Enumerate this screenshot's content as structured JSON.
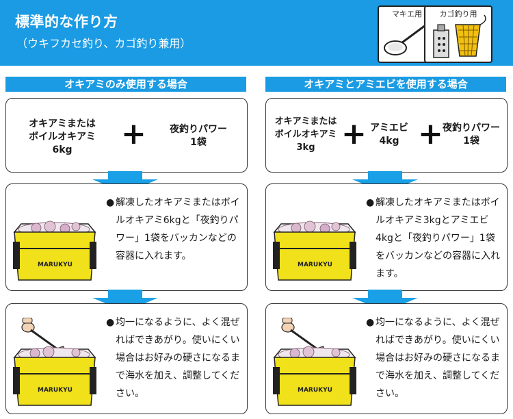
{
  "header": {
    "title": "標準的な作り方",
    "subtitle": "（ウキフカセ釣り、カゴ釣り兼用）",
    "tools": [
      {
        "label": "マキエ用",
        "icon": "ladle-icon"
      },
      {
        "label": "カゴ釣り用",
        "icon": "bait-cage-icon"
      }
    ]
  },
  "left": {
    "heading": "オキアミのみ使用する場合",
    "ingredients": [
      {
        "line1": "オキアミまたは",
        "line2": "ボイルオキアミ",
        "line3": "6kg"
      },
      {
        "line1": "夜釣りパワー",
        "line2": "1袋"
      }
    ],
    "plus": "+",
    "step1": "解凍したオキアミまたはボイルオキアミ6kgと「夜釣りパワー」1袋をバッカンなどの容器に入れます。",
    "step2": "均一になるように、よく混ぜればできあがり。使いにくい場合はお好みの硬さになるまで海水を加え、調整してください。"
  },
  "right": {
    "heading": "オキアミとアミエビを使用する場合",
    "ingredients": [
      {
        "line1": "オキアミまたは",
        "line2": "ボイルオキアミ",
        "line3": "3kg"
      },
      {
        "line1": "アミエビ",
        "line2": "4kg"
      },
      {
        "line1": "夜釣りパワー",
        "line2": "1袋"
      }
    ],
    "plus": "+",
    "step1": "解凍したオキアミまたはボイルオキアミ3kgとアミエビ4kgと「夜釣りパワー」1袋をバッカンなどの容器に入れます。",
    "step2": "均一になるように、よく混ぜればできあがり。使いにくい場合はお好みの硬さになるまで海水を加え、調整してください。"
  },
  "bullet": "●",
  "brand": "MARUKYU",
  "colors": {
    "header_blue": "#1a9be3",
    "arrow_blue": "#1aa0e6",
    "tub_yellow": "#f0e11a"
  }
}
